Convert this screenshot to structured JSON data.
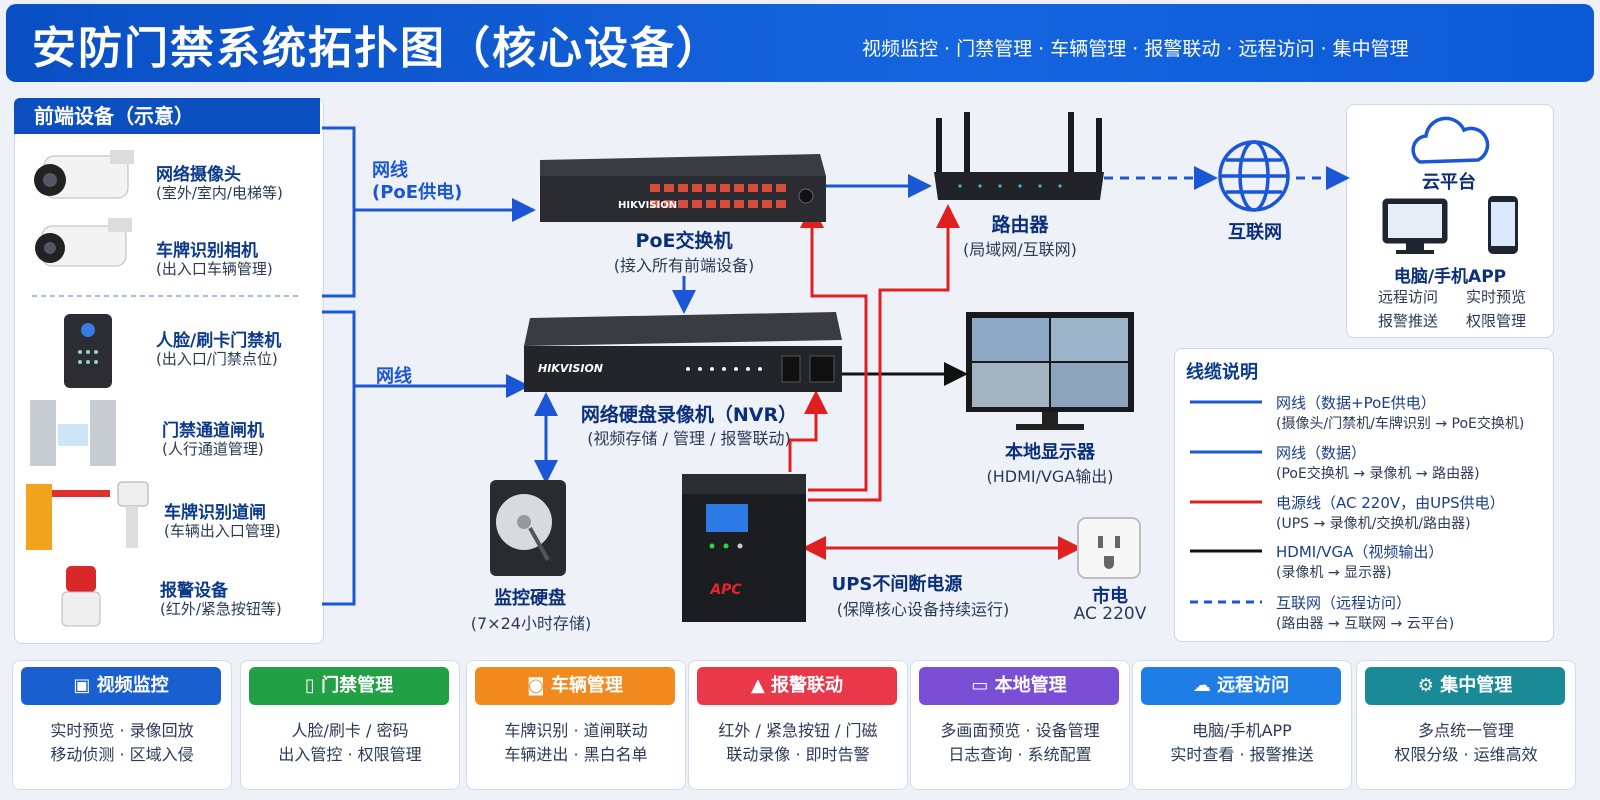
{
  "header": {
    "title": "安防门禁系统拓扑图（核心设备）",
    "subtitle": "视频监控 · 门禁管理 · 车辆管理 · 报警联动 · 远程访问 · 集中管理"
  },
  "front_section": {
    "label": "前端设备（示意）",
    "devices": [
      {
        "name": "网络摄像头",
        "desc": "(室外/室内/电梯等)",
        "icon": "camera-icon"
      },
      {
        "name": "车牌识别相机",
        "desc": "(出入口车辆管理)",
        "icon": "lpr-camera-icon"
      },
      {
        "name": "人脸/刷卡门禁机",
        "desc": "(出入口/门禁点位)",
        "icon": "face-access-icon"
      },
      {
        "name": "门禁通道闸机",
        "desc": "(人行通道管理)",
        "icon": "turnstile-icon"
      },
      {
        "name": "车牌识别道闸",
        "desc": "(车辆出入口管理)",
        "icon": "barrier-gate-icon"
      },
      {
        "name": "报警设备",
        "desc": "(红外/紧急按钮等)",
        "icon": "alarm-icon"
      }
    ]
  },
  "links": {
    "network_poe": "网线\n(PoE供电)",
    "network": "网线"
  },
  "core": {
    "switch": {
      "name": "PoE交换机",
      "desc": "(接入所有前端设备)",
      "brand": "HIKVISION"
    },
    "nvr": {
      "name": "网络硬盘录像机（NVR）",
      "desc": "(视频存储 / 管理 / 报警联动)",
      "brand": "HIKVISION"
    },
    "router": {
      "name": "路由器",
      "desc": "(局域网/互联网)"
    },
    "internet": {
      "name": "互联网"
    },
    "monitor": {
      "name": "本地显示器",
      "desc": "(HDMI/VGA输出)"
    },
    "hdd": {
      "name": "监控硬盘",
      "desc": "(7×24小时存储)"
    },
    "ups": {
      "name": "UPS不间断电源",
      "desc": "(保障核心设备持续运行)",
      "brand": "APC"
    },
    "mains": {
      "name": "市电",
      "desc": "AC 220V"
    }
  },
  "cloud": {
    "name": "云平台",
    "clients": "电脑/手机APP",
    "features": [
      "远程访问",
      "实时预览",
      "报警推送",
      "权限管理"
    ]
  },
  "legend": {
    "title": "线缆说明",
    "items": [
      {
        "main": "网线（数据+PoE供电）",
        "sub": "(摄像头/门禁机/车牌识别 → PoE交换机)",
        "color": "#1a56d6",
        "style": "solid"
      },
      {
        "main": "网线（数据）",
        "sub": "(PoE交换机 → 录像机 → 路由器)",
        "color": "#1a56d6",
        "style": "solid"
      },
      {
        "main": "电源线（AC 220V，由UPS供电）",
        "sub": "(UPS → 录像机/交换机/路由器)",
        "color": "#e02020",
        "style": "solid"
      },
      {
        "main": "HDMI/VGA（视频输出）",
        "sub": "(录像机 → 显示器)",
        "color": "#111111",
        "style": "solid"
      },
      {
        "main": "互联网（远程访问）",
        "sub": "(路由器 → 互联网 → 云平台)",
        "color": "#1a56d6",
        "style": "dashed"
      }
    ]
  },
  "features": [
    {
      "title": "视频监控",
      "icon": "cctv-icon",
      "color": "#1a5fd0",
      "lines": [
        "实时预览 · 录像回放",
        "移动侦测 · 区域入侵"
      ]
    },
    {
      "title": "门禁管理",
      "icon": "door-icon",
      "color": "#22a046",
      "lines": [
        "人脸/刷卡 / 密码",
        "出入管控 · 权限管理"
      ]
    },
    {
      "title": "车辆管理",
      "icon": "car-icon",
      "color": "#f2891e",
      "lines": [
        "车牌识别 · 道闸联动",
        "车辆进出 · 黑白名单"
      ]
    },
    {
      "title": "报警联动",
      "icon": "siren-icon",
      "color": "#e8384a",
      "lines": [
        "红外 / 紧急按钮 / 门磁",
        "联动录像 · 即时告警"
      ]
    },
    {
      "title": "本地管理",
      "icon": "monitor-icon",
      "color": "#7a4fd6",
      "lines": [
        "多画面预览 · 设备管理",
        "日志查询 · 系统配置"
      ]
    },
    {
      "title": "远程访问",
      "icon": "cloud-icon",
      "color": "#1f7ee6",
      "lines": [
        "电脑/手机APP",
        "实时查看 · 报警推送"
      ]
    },
    {
      "title": "集中管理",
      "icon": "gear-icon",
      "color": "#1a8a96",
      "lines": [
        "多点统一管理",
        "权限分级 · 运维高效"
      ]
    }
  ]
}
